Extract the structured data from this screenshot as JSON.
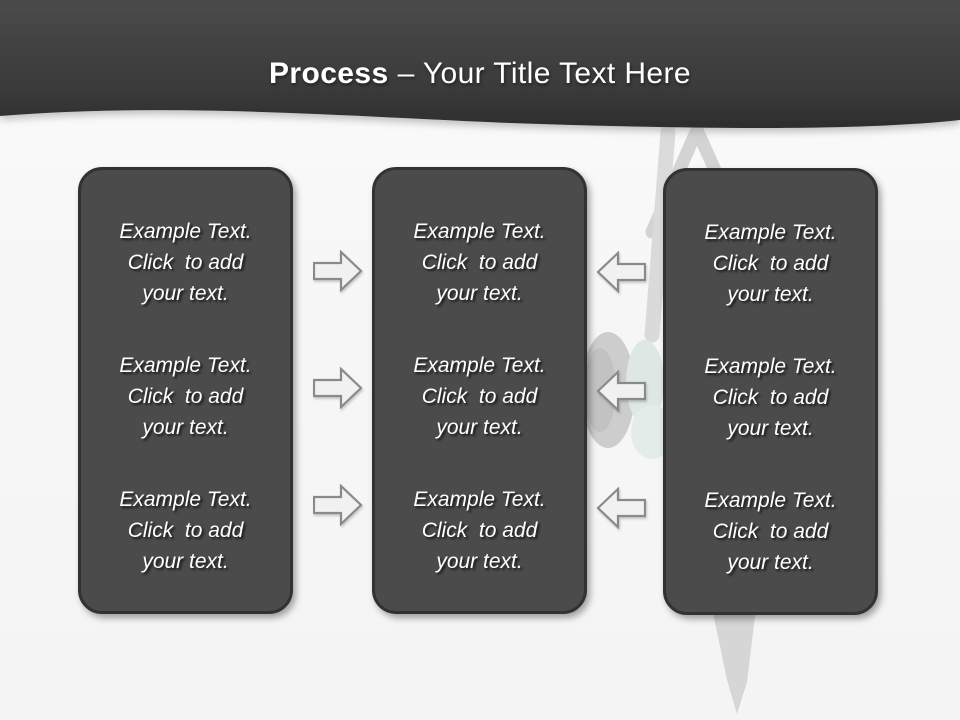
{
  "title": {
    "bold": "Process",
    "rest": "– Your Title Text Here"
  },
  "placeholder": {
    "lines": [
      "Example Text.",
      "Click  to add",
      "your text."
    ]
  },
  "layout_counts": {
    "columns": "3",
    "blocks_per_column": "3"
  },
  "colors": {
    "header_top": "#4a4a4a",
    "header_bottom": "#2d2d2d",
    "box_fill": "#4b4b4b",
    "box_border": "#323232",
    "text": "#ffffff",
    "arrow_fill": "#f1f1f1",
    "arrow_stroke": "#8a8a8a",
    "background": "#f5f5f5",
    "figure_gray": "#cdcdcd"
  }
}
